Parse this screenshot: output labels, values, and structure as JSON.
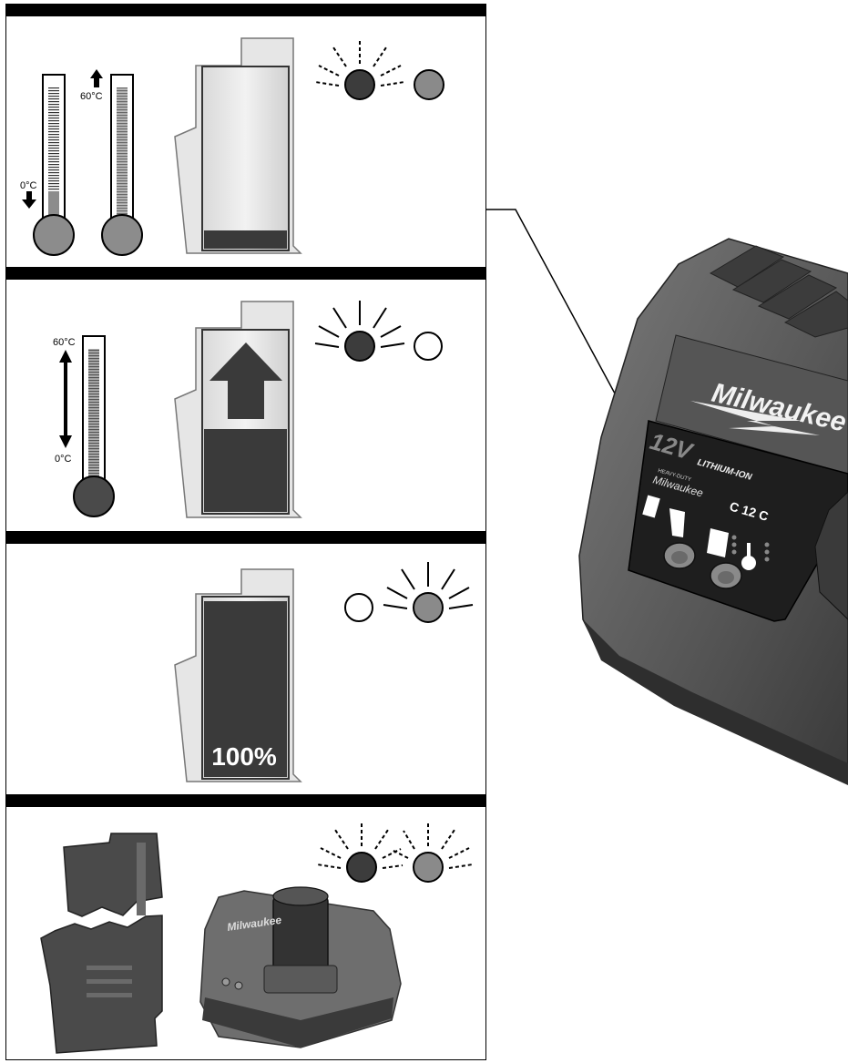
{
  "panels": [
    {
      "id": "temperature-out-of-range",
      "labels": {
        "low_temp": "0°C",
        "high_temp": "60°C"
      },
      "battery_fill_fraction": 0.08,
      "leds": {
        "red": "flashing",
        "green": "off"
      }
    },
    {
      "id": "charging",
      "labels": {
        "high_temp": "60°C",
        "low_temp": "0°C"
      },
      "battery_fill_fraction": 0.52,
      "leds": {
        "red": "on",
        "green": "unlit"
      }
    },
    {
      "id": "fully-charged",
      "labels": {
        "percent": "100%"
      },
      "battery_fill_fraction": 1.0,
      "leds": {
        "red": "unlit",
        "green": "on"
      }
    },
    {
      "id": "fault",
      "leds": {
        "red": "flashing",
        "green": "flashing"
      }
    }
  ],
  "charger": {
    "brand": "Milwaukee",
    "voltage_badge": "12V",
    "chemistry": "LITHIUM-ION",
    "sub_brand": "HEAVY-DUTY",
    "model": "C 12 C"
  },
  "colors": {
    "red_led": "#3c3c3c",
    "green_led": "#8a8a8a",
    "battery_fill": "#3a3a3a",
    "charger_body": "#5a5a5a",
    "charger_dark": "#2e2e2e",
    "thermo_bulb_low": "#8c8c8c",
    "thermo_bulb_mid": "#4a4a4a"
  }
}
